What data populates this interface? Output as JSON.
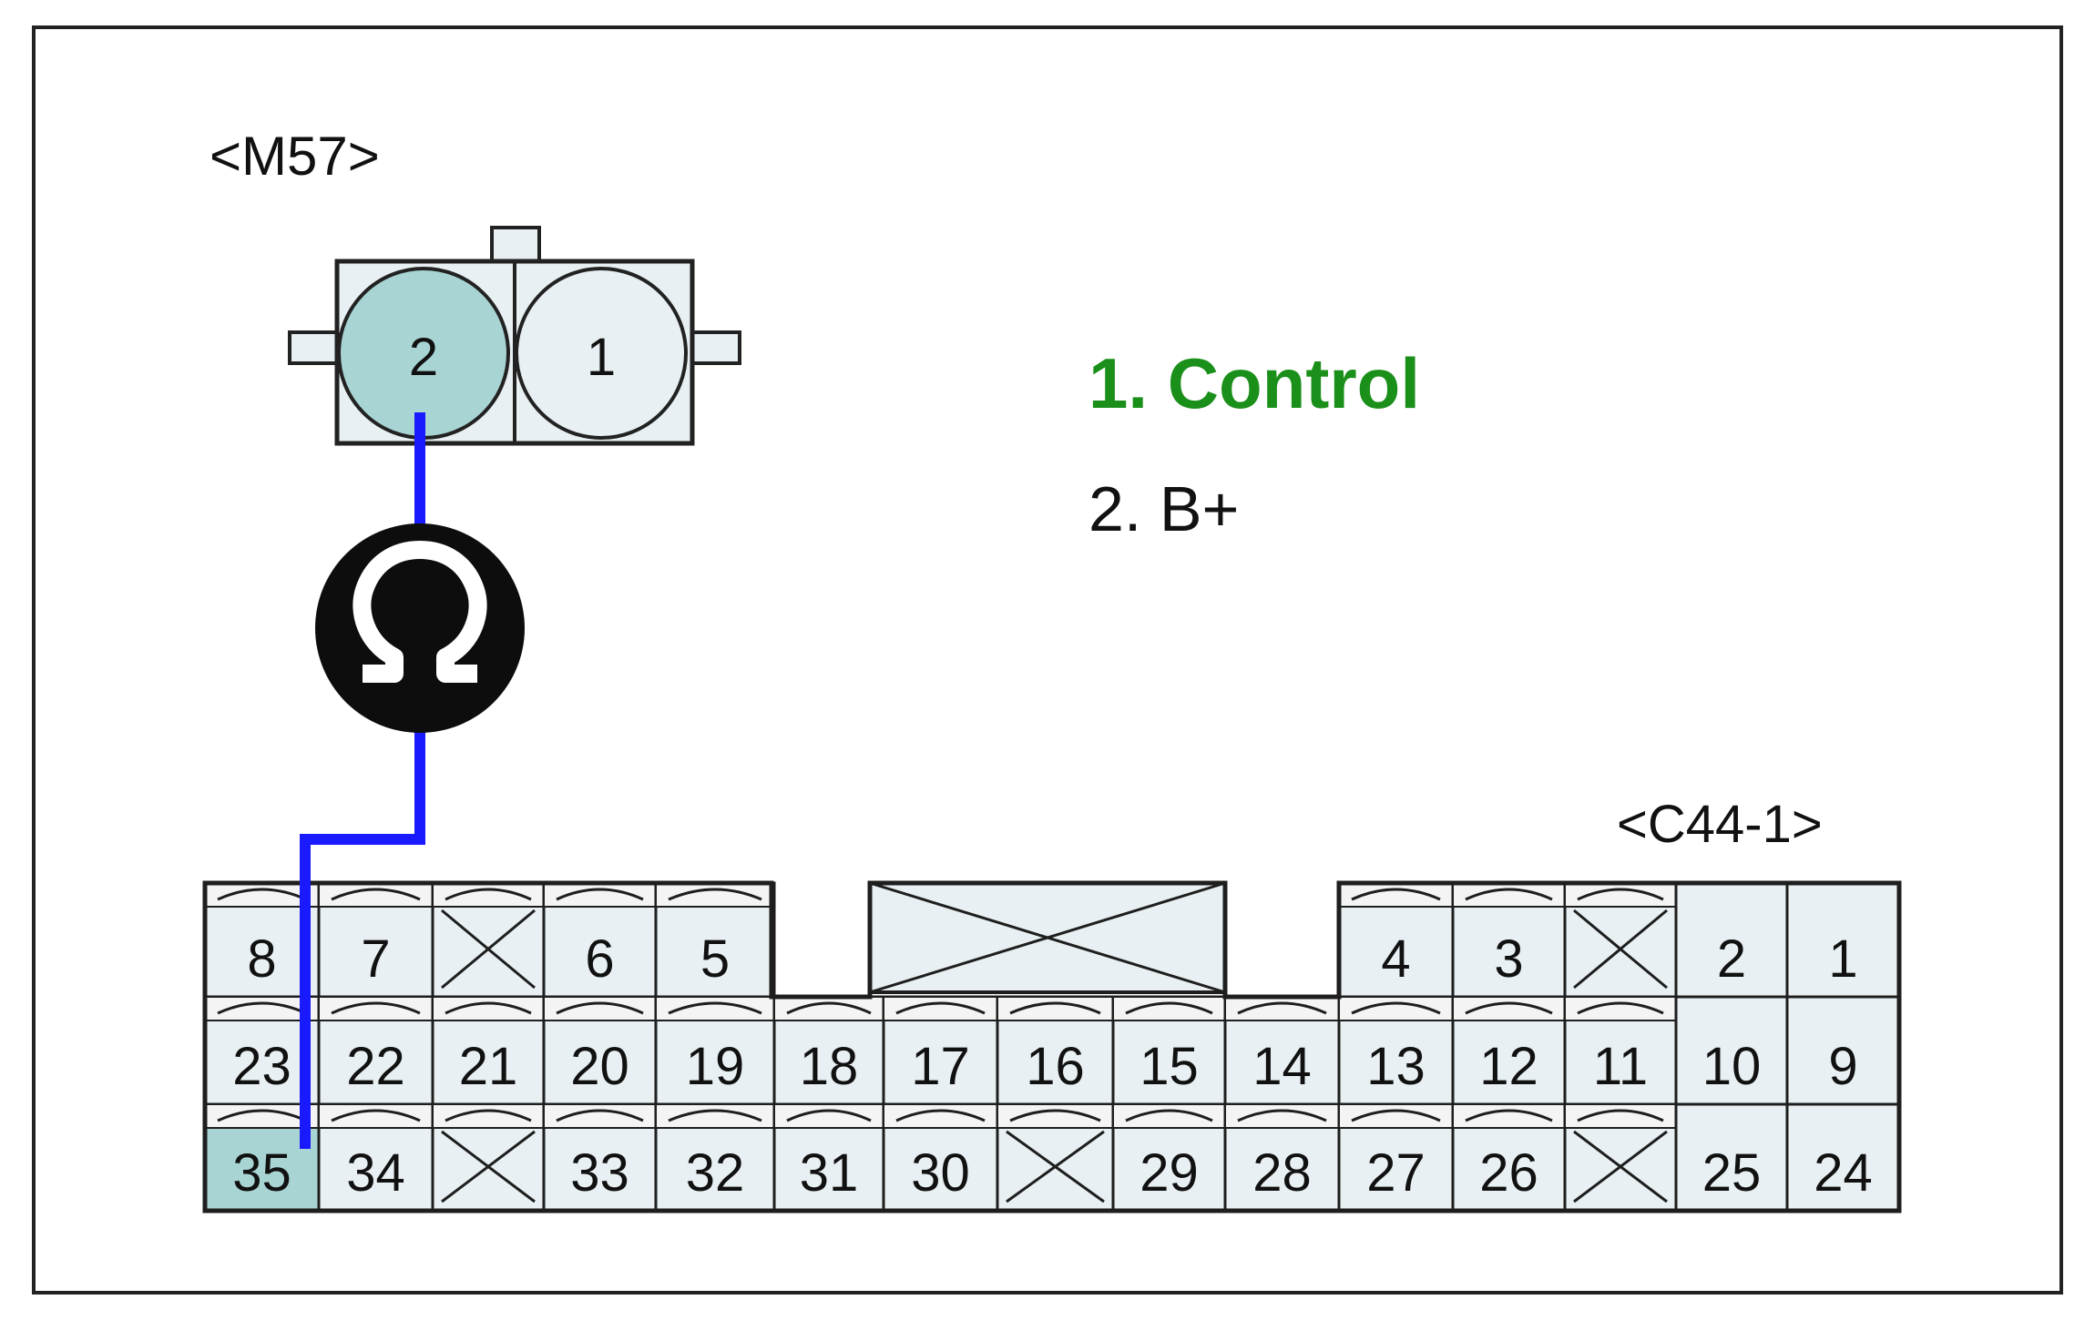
{
  "connectors": {
    "m57": {
      "label": "<M57>",
      "pin_2": "2",
      "pin_1": "1"
    },
    "c44": {
      "label": "<C44-1>",
      "row1": [
        "8",
        "7",
        "",
        "6",
        "5",
        "4",
        "3",
        "",
        "2",
        "1"
      ],
      "row2": [
        "23",
        "22",
        "21",
        "20",
        "19",
        "18",
        "17",
        "16",
        "15",
        "14",
        "13",
        "12",
        "11",
        "10",
        "9"
      ],
      "row3": [
        "35",
        "34",
        "",
        "33",
        "32",
        "31",
        "30",
        "",
        "29",
        "28",
        "27",
        "26",
        "",
        "25",
        "24"
      ]
    }
  },
  "legend": {
    "item1": "1. Control",
    "item2": "2. B+"
  },
  "meter_icon": "ohm-meter-icon",
  "colors": {
    "wire": "#1a1aff",
    "control_text": "#1a8f1a",
    "highlight_pin": "#a9d4d4",
    "pin_fill": "#e8f0f3",
    "outline": "#1e1e1e"
  }
}
